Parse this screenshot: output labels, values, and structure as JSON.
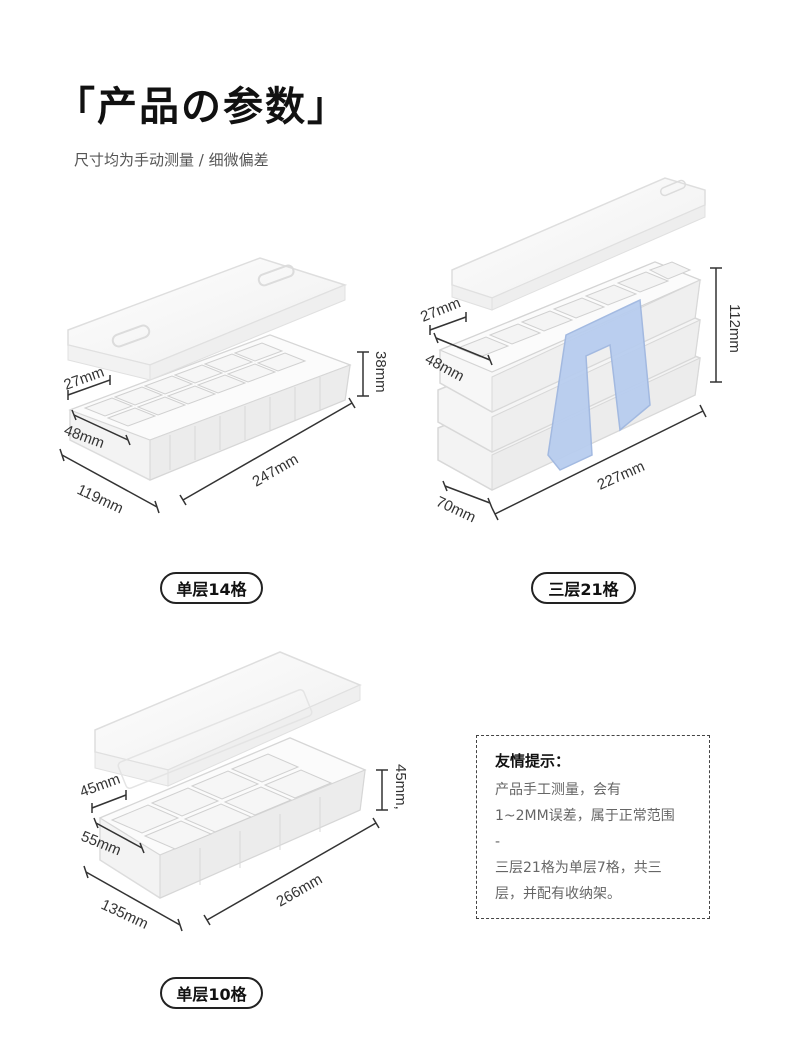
{
  "header": {
    "title": "「产品の参数」",
    "subtitle": "尺寸均为手动测量 / 细微偏差"
  },
  "products": [
    {
      "label": "单层14格",
      "dims": {
        "cell_w": "27mm",
        "cell_l": "48mm",
        "width": "119mm",
        "length": "247mm",
        "height": "38mm"
      }
    },
    {
      "label": "三层21格",
      "dims": {
        "cell_w": "27mm",
        "cell_l": "48mm",
        "width": "70mm",
        "length": "227mm",
        "height": "112mm"
      }
    },
    {
      "label": "单层10格",
      "dims": {
        "cell_w": "45mm",
        "cell_l": "55mm",
        "width": "135mm",
        "length": "266mm",
        "height": "45mm,"
      }
    }
  ],
  "tips": {
    "title": "友情提示：",
    "lines": [
      "产品手工测量，会有",
      "1~2MM误差，属于正常范围",
      "-",
      "三层21格为单层7格，共三",
      "层，并配有收纳架。"
    ]
  },
  "colors": {
    "tray": "#fafafa",
    "tray_edge": "#d8d8d8",
    "stand": "#b8cdef",
    "text": "#333333"
  }
}
